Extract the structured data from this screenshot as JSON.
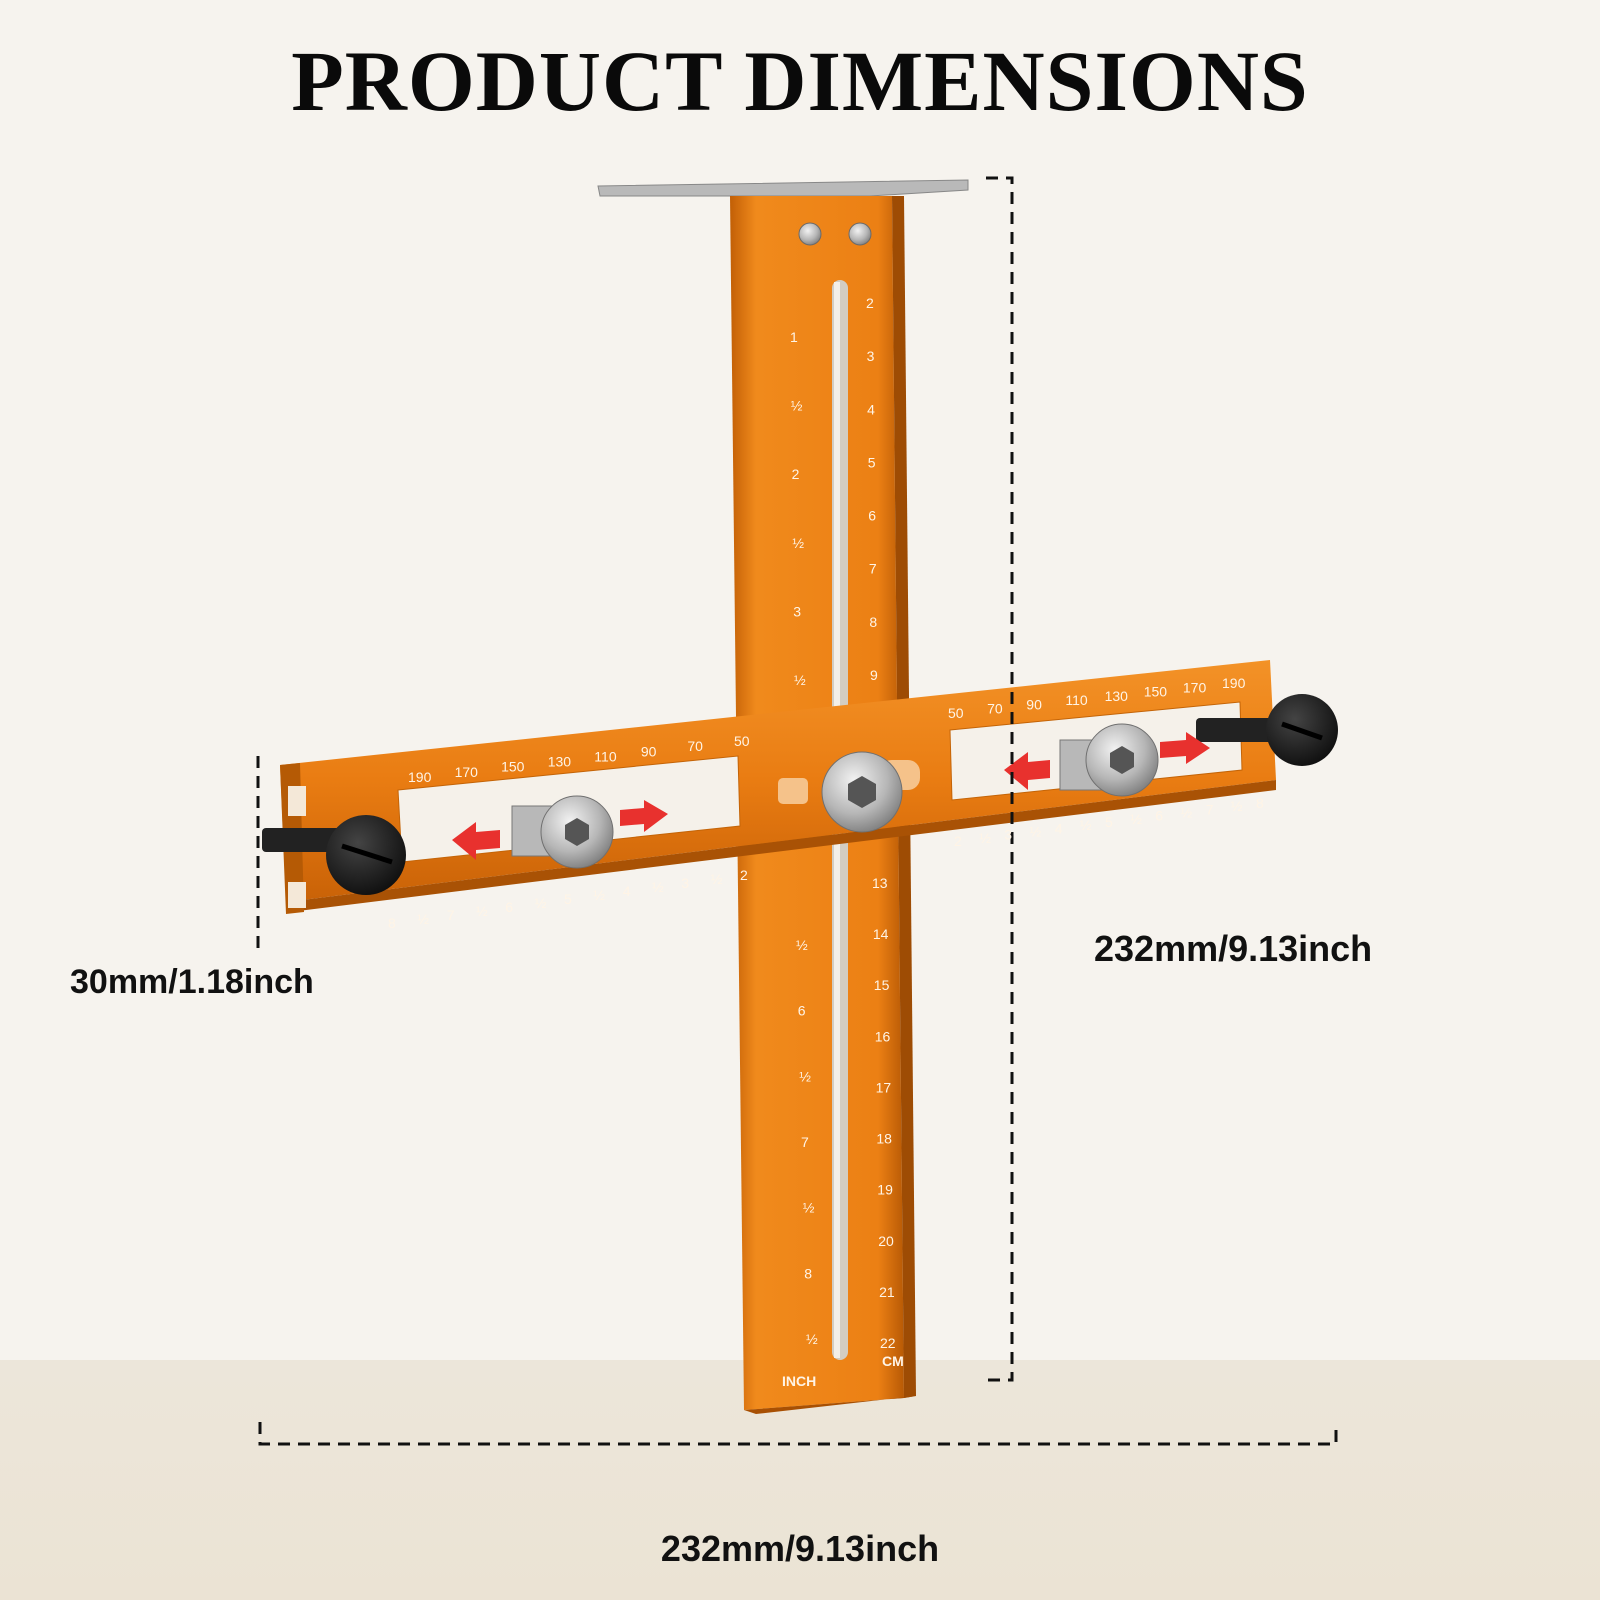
{
  "title": "PRODUCT DIMENSIONS",
  "dimensions": {
    "thickness": "30mm/1.18inch",
    "height": "232mm/9.13inch",
    "width": "232mm/9.13inch"
  },
  "ruler": {
    "inch_label": "INCH",
    "cm_label": "CM",
    "vertical_inch_marks": [
      "1",
      "½",
      "2",
      "½",
      "3",
      "½"
    ],
    "vertical_cm_marks": [
      "2",
      "3",
      "4",
      "5",
      "6",
      "7",
      "8",
      "9"
    ],
    "lower_inch_marks": [
      "½",
      "6",
      "½",
      "7",
      "½",
      "8",
      "½"
    ],
    "lower_cm_marks": [
      "13",
      "14",
      "15",
      "16",
      "17",
      "18",
      "19",
      "20",
      "21",
      "22"
    ],
    "left_arm_top_marks": [
      "190",
      "170",
      "150",
      "130",
      "110",
      "90",
      "70",
      "50"
    ],
    "left_arm_bottom_marks": [
      "8",
      "½",
      "7",
      "½",
      "6",
      "½",
      "5",
      "½",
      "4",
      "½",
      "3",
      "½",
      "2"
    ],
    "right_arm_top_marks": [
      "50",
      "70",
      "90",
      "110",
      "130",
      "150",
      "170",
      "190"
    ],
    "right_arm_bottom_marks": [
      "2",
      "½",
      "3",
      "½",
      "4",
      "½",
      "5",
      "½",
      "6",
      "½",
      "7",
      "½",
      "8"
    ]
  },
  "colors": {
    "body": "#e87a10",
    "body_dark": "#c25f06",
    "accent_arrow": "#e8312e",
    "knob": "#1a1a1a",
    "steel": "#b9b9b9"
  }
}
